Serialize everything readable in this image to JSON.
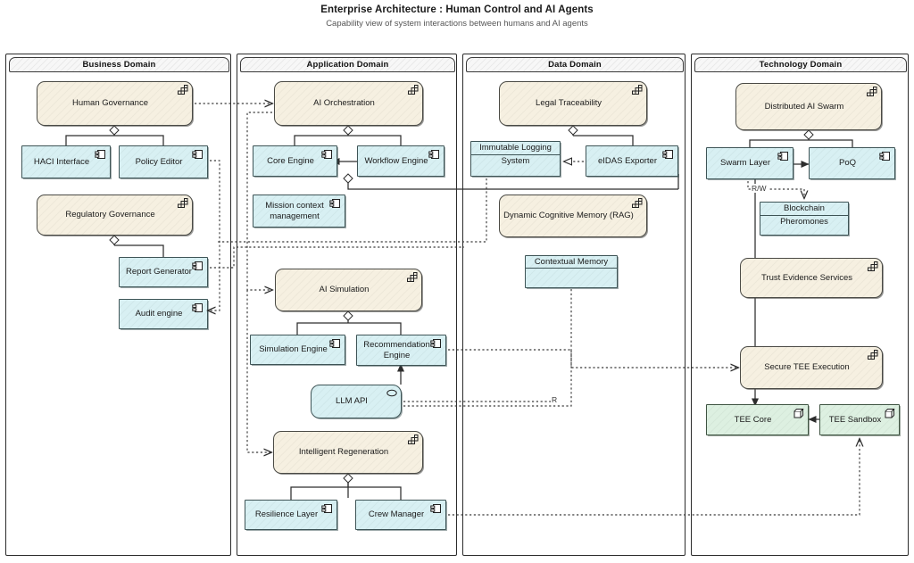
{
  "title": "Enterprise Architecture : Human Control and AI Agents",
  "subtitle": "Capability view of system interactions between humans and AI agents",
  "colors": {
    "capability_fill": "#f6f0e1",
    "component_fill": "#d8f0f3",
    "node_fill": "#ddf0e1",
    "border": "#404040",
    "background": "#ffffff"
  },
  "domains": [
    {
      "id": "business",
      "label": "Business Domain"
    },
    {
      "id": "application",
      "label": "Application Domain"
    },
    {
      "id": "data",
      "label": "Data Domain"
    },
    {
      "id": "technology",
      "label": "Technology Domain"
    }
  ],
  "elements": {
    "human_governance": {
      "label": "Human Governance",
      "type": "capability",
      "icon": "capability-grid-icon",
      "domain": "business"
    },
    "haci_interface": {
      "label": "HACI Interface",
      "type": "component",
      "icon": "component-icon",
      "domain": "business"
    },
    "policy_editor": {
      "label": "Policy Editor",
      "type": "component",
      "icon": "component-icon",
      "domain": "business"
    },
    "regulatory_governance": {
      "label": "Regulatory Governance",
      "type": "capability",
      "icon": "capability-grid-icon",
      "domain": "business"
    },
    "report_generator": {
      "label": "Report Generator",
      "type": "component",
      "icon": "component-icon",
      "domain": "business"
    },
    "audit_engine": {
      "label": "Audit engine",
      "type": "component",
      "icon": "component-icon",
      "domain": "business"
    },
    "ai_orchestration": {
      "label": "AI Orchestration",
      "type": "capability",
      "icon": "capability-grid-icon",
      "domain": "application"
    },
    "core_engine": {
      "label": "Core Engine",
      "type": "component",
      "icon": "component-icon",
      "domain": "application"
    },
    "workflow_engine": {
      "label": "Workflow Engine",
      "type": "component",
      "icon": "component-icon",
      "domain": "application"
    },
    "mission_context": {
      "label": "Mission context management",
      "type": "component",
      "icon": "component-icon",
      "domain": "application"
    },
    "ai_simulation": {
      "label": "AI Simulation",
      "type": "capability",
      "icon": "capability-grid-icon",
      "domain": "application"
    },
    "simulation_engine": {
      "label": "Simulation Engine",
      "type": "component",
      "icon": "component-icon",
      "domain": "application"
    },
    "recommendation_engine": {
      "label": "Recommendation Engine",
      "type": "component",
      "icon": "component-icon",
      "domain": "application"
    },
    "llm_api": {
      "label": "LLM  API",
      "type": "service",
      "icon": "service-oval-icon",
      "domain": "application"
    },
    "intelligent_regen": {
      "label": "Intelligent Regeneration",
      "type": "capability",
      "icon": "capability-grid-icon",
      "domain": "application"
    },
    "resilience_layer": {
      "label": "Resilience Layer",
      "type": "component",
      "icon": "component-icon",
      "domain": "application"
    },
    "crew_manager": {
      "label": "Crew Manager",
      "type": "component",
      "icon": "component-icon",
      "domain": "application"
    },
    "legal_traceability": {
      "label": "Legal Traceability",
      "type": "capability",
      "icon": "capability-grid-icon",
      "domain": "data"
    },
    "immutable_logging": {
      "label_line1": "Immutable Logging",
      "label_line2": "System",
      "type": "data-object",
      "domain": "data"
    },
    "eidas_exporter": {
      "label": "eIDAS Exporter",
      "type": "component",
      "icon": "component-icon",
      "domain": "data"
    },
    "dynamic_cognitive": {
      "label": "Dynamic Cognitive Memory (RAG)",
      "type": "capability",
      "icon": "capability-grid-icon",
      "domain": "data"
    },
    "contextual_memory": {
      "label": "Contextual Memory",
      "type": "data-object",
      "domain": "data"
    },
    "distributed_ai_swarm": {
      "label": "Distributed AI Swarm",
      "type": "capability",
      "icon": "capability-grid-icon",
      "domain": "technology"
    },
    "swarm_layer": {
      "label": "Swarm Layer",
      "type": "component",
      "icon": "component-icon",
      "domain": "technology"
    },
    "poq": {
      "label": "PoQ",
      "type": "component",
      "icon": "component-icon",
      "domain": "technology"
    },
    "blockchain_pheromones": {
      "label_line1": "Blockchain",
      "label_line2": "Pheromones",
      "type": "data-object",
      "domain": "technology"
    },
    "trust_evidence": {
      "label": "Trust Evidence Services",
      "type": "capability",
      "icon": "capability-grid-icon",
      "domain": "technology"
    },
    "secure_tee": {
      "label": "Secure TEE Execution",
      "type": "capability",
      "icon": "capability-grid-icon",
      "domain": "technology"
    },
    "tee_core": {
      "label": "TEE Core",
      "type": "node",
      "icon": "device-box-icon",
      "domain": "technology"
    },
    "tee_sandbox": {
      "label": "TEE Sandbox",
      "type": "node",
      "icon": "device-box-icon",
      "domain": "technology"
    }
  },
  "edge_labels": {
    "swarm_blockchain": "R/W",
    "llm_contextual": "R"
  }
}
